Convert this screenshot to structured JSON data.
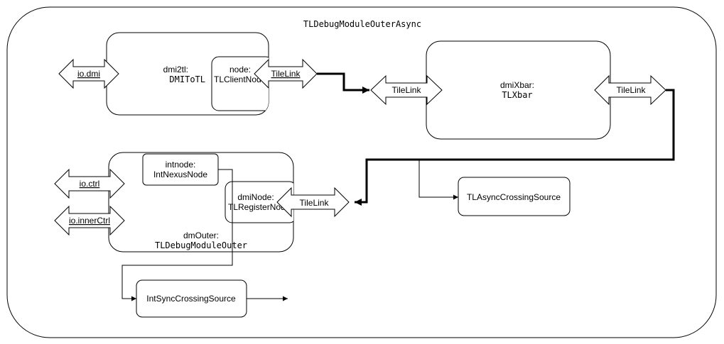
{
  "outer": {
    "title": "TLDebugModuleOuterAsync"
  },
  "dmi2tl": {
    "name": "dmi2tl:",
    "type": "DMIToTL",
    "port_in": "io.dmi",
    "node_line1": "node:",
    "node_line2": "TLClientNode",
    "port_out": "TileLink"
  },
  "dmiXbar": {
    "name": "dmiXbar:",
    "type": "TLXbar",
    "port_in": "TileLink",
    "port_out": "TileLink"
  },
  "dmOuter": {
    "name": "dmOuter:",
    "type": "TLDebugModuleOuter",
    "intnode_line1": "intnode:",
    "intnode_line2": "IntNexusNode",
    "dminode_line1": "dmiNode:",
    "dminode_line2": "TLRegisterNode",
    "port_ctrl": "io.ctrl",
    "port_inner": "io.innerCtrl",
    "port_tl": "TileLink"
  },
  "tlAsync": {
    "label": "TLAsyncCrossingSource"
  },
  "intSync": {
    "label": "IntSyncCrossingSource"
  },
  "colors": {
    "stroke": "#000000",
    "fill": "#ffffff"
  }
}
